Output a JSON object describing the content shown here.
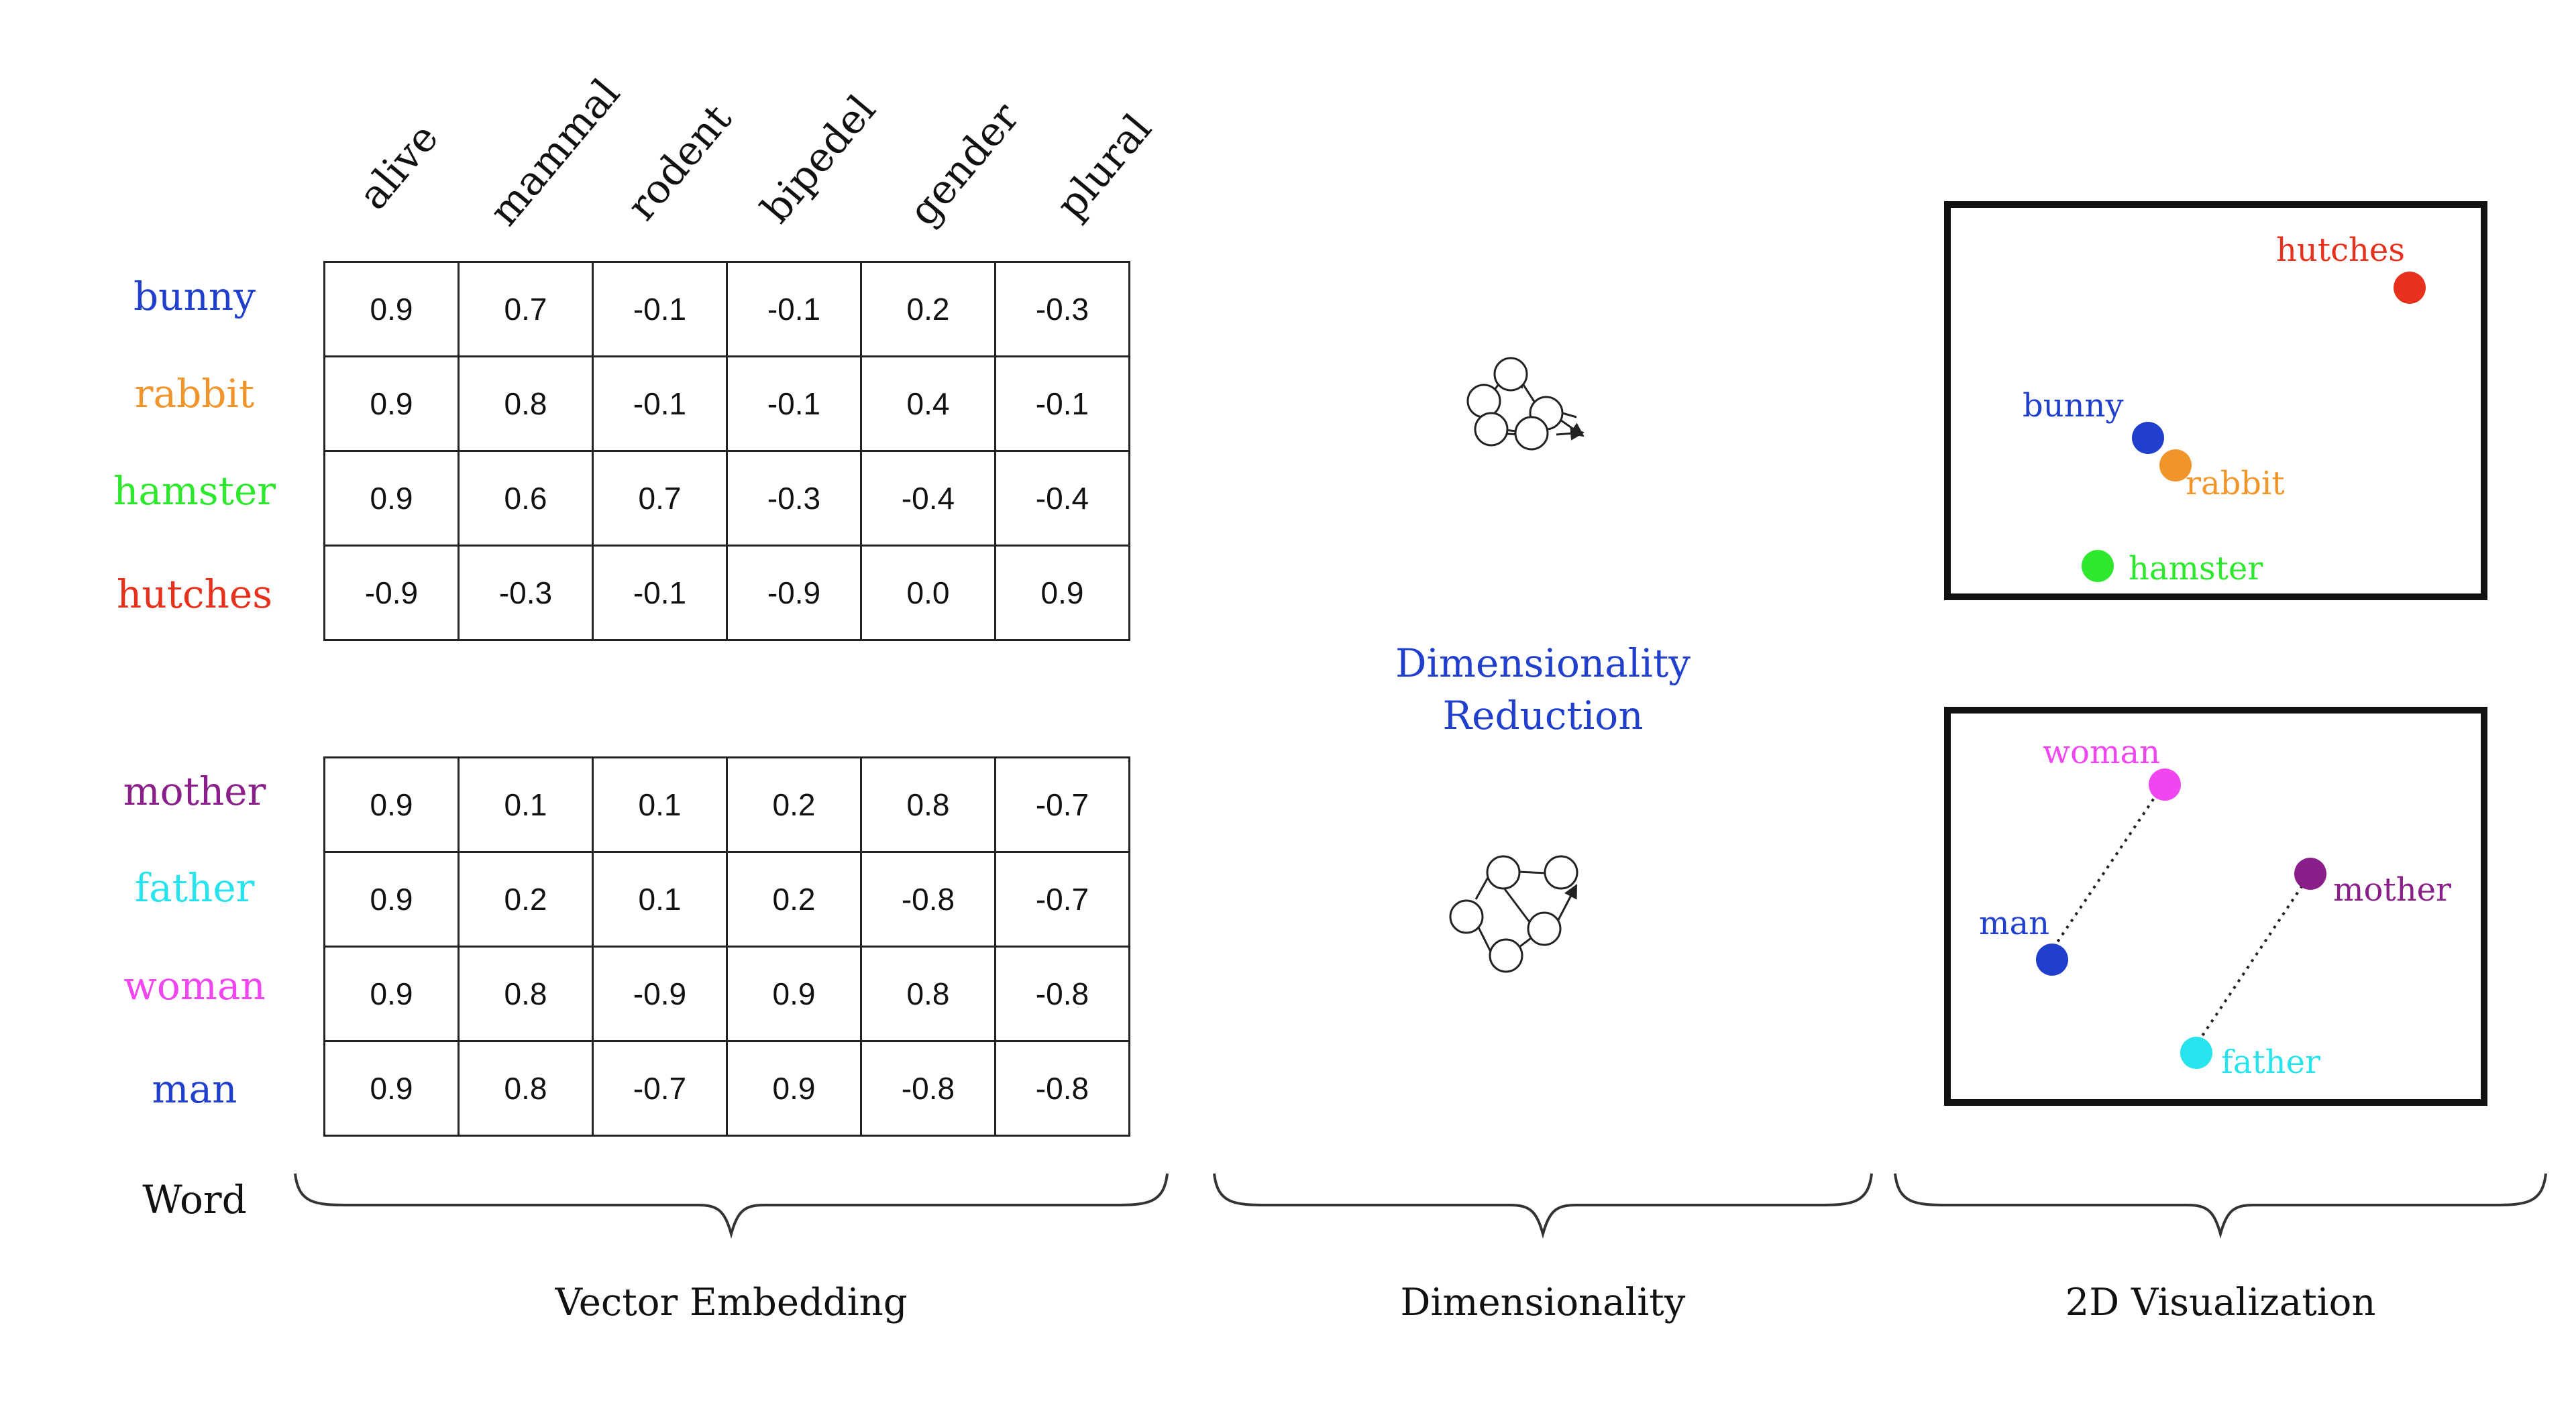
{
  "columns": [
    "alive",
    "mammal",
    "rodent",
    "bipedel",
    "gender",
    "plural"
  ],
  "word_header": "Word",
  "group1": {
    "rows": [
      {
        "word": "bunny",
        "color": "#1f3fcc",
        "values": [
          "0.9",
          "0.7",
          "-0.1",
          "-0.1",
          "0.2",
          "-0.3"
        ]
      },
      {
        "word": "rabbit",
        "color": "#f0952b",
        "values": [
          "0.9",
          "0.8",
          "-0.1",
          "-0.1",
          "0.4",
          "-0.1"
        ]
      },
      {
        "word": "hamster",
        "color": "#2ee82e",
        "values": [
          "0.9",
          "0.6",
          "0.7",
          "-0.3",
          "-0.4",
          "-0.4"
        ]
      },
      {
        "word": "hutches",
        "color": "#e8311c",
        "values": [
          "-0.9",
          "-0.3",
          "-0.1",
          "-0.9",
          "0.0",
          "0.9"
        ]
      }
    ]
  },
  "group2": {
    "rows": [
      {
        "word": "mother",
        "color": "#8a1f8a",
        "values": [
          "0.9",
          "0.1",
          "0.1",
          "0.2",
          "0.8",
          "-0.7"
        ]
      },
      {
        "word": "father",
        "color": "#27e3ee",
        "values": [
          "0.9",
          "0.2",
          "0.1",
          "0.2",
          "-0.8",
          "-0.7"
        ]
      },
      {
        "word": "woman",
        "color": "#f046f0",
        "values": [
          "0.9",
          "0.8",
          "-0.9",
          "0.9",
          "0.8",
          "-0.8"
        ]
      },
      {
        "word": "man",
        "color": "#1f3fcc",
        "values": [
          "0.9",
          "0.8",
          "-0.7",
          "0.9",
          "-0.8",
          "-0.8"
        ]
      }
    ]
  },
  "middle": {
    "title_line1": "Dimensionality",
    "title_line2": "Reduction",
    "title_color": "#1f3fcc"
  },
  "footers": {
    "vector_embedding": "Vector Embedding",
    "dimensionality": "Dimensionality",
    "visualization": "2D Visualization"
  },
  "plot1": {
    "points": [
      {
        "label": "hutches",
        "color": "#e8311c"
      },
      {
        "label": "bunny",
        "color": "#1f3fcc"
      },
      {
        "label": "rabbit",
        "color": "#f0952b"
      },
      {
        "label": "hamster",
        "color": "#2ee82e"
      }
    ]
  },
  "plot2": {
    "points": [
      {
        "label": "woman",
        "color": "#f046f0"
      },
      {
        "label": "mother",
        "color": "#8a1f8a"
      },
      {
        "label": "man",
        "color": "#1f3fcc"
      },
      {
        "label": "father",
        "color": "#27e3ee"
      }
    ]
  }
}
